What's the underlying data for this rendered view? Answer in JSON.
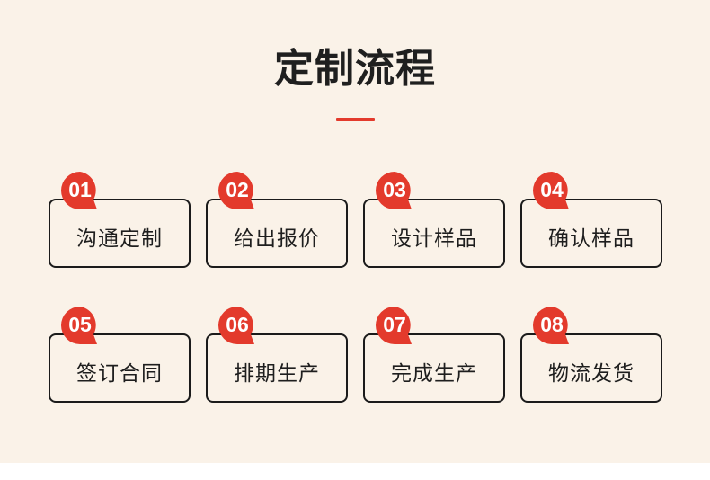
{
  "title": "定制流程",
  "accent_color": "#e33a2c",
  "background_color": "#faf2e8",
  "steps": [
    {
      "num": "01",
      "label": "沟通定制"
    },
    {
      "num": "02",
      "label": "给出报价"
    },
    {
      "num": "03",
      "label": "设计样品"
    },
    {
      "num": "04",
      "label": "确认样品"
    },
    {
      "num": "05",
      "label": "签订合同"
    },
    {
      "num": "06",
      "label": "排期生产"
    },
    {
      "num": "07",
      "label": "完成生产"
    },
    {
      "num": "08",
      "label": "物流发货"
    }
  ]
}
